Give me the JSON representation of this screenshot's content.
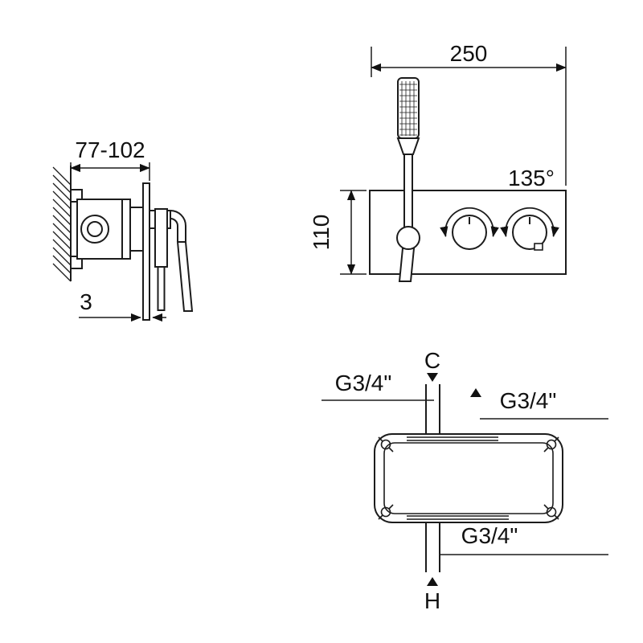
{
  "labels": {
    "dim_depth": "77-102",
    "dim_plate_thickness": "3",
    "dim_width": "250",
    "dim_height": "110",
    "dim_angle": "135°",
    "cold": "C",
    "hot": "H",
    "thread_cold": "G3/4\"",
    "thread_outlet": "G3/4\"",
    "thread_hot": "G3/4\""
  },
  "colors": {
    "line": "#1c1c1c",
    "text": "#111111",
    "background": "#ffffff"
  }
}
